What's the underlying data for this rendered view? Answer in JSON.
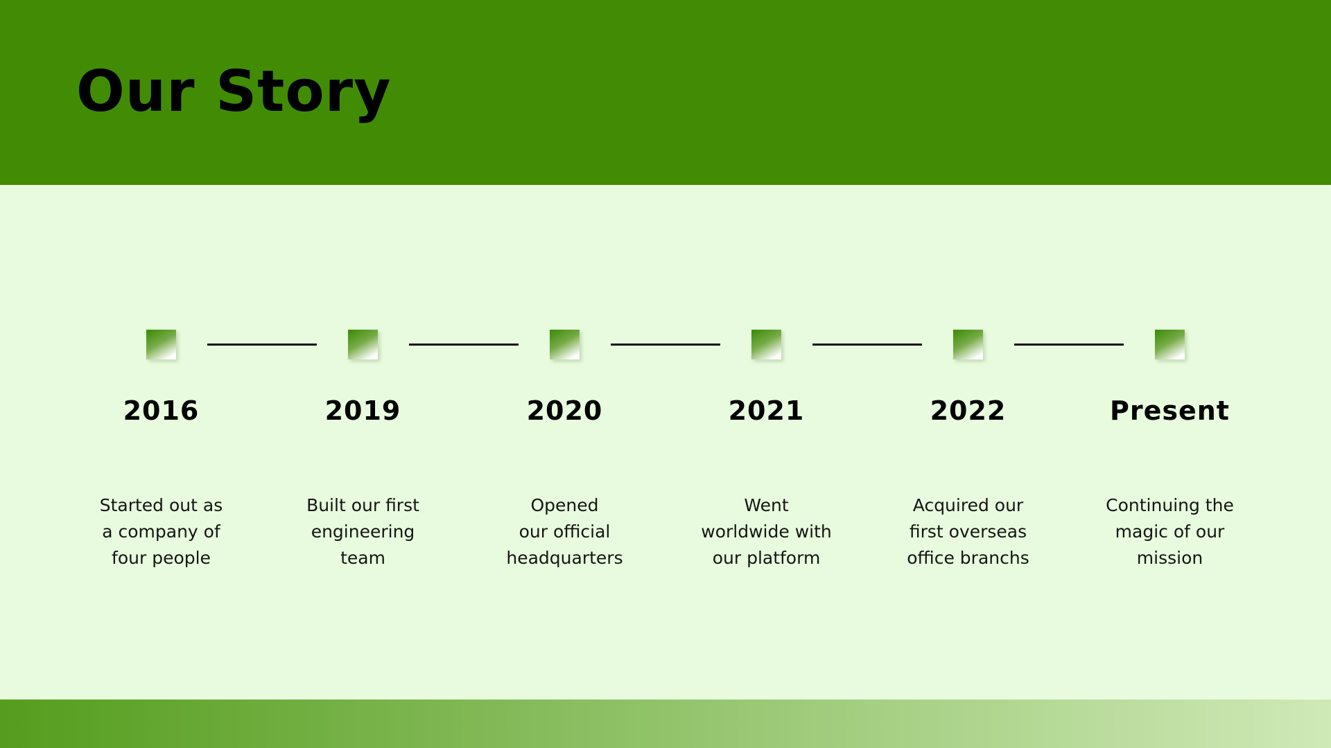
{
  "header": {
    "title": "Our Story"
  },
  "timeline": {
    "milestones": [
      {
        "year": "2016",
        "description": "Started out as\na company of\nfour people"
      },
      {
        "year": "2019",
        "description": "Built our first\nengineering\nteam"
      },
      {
        "year": "2020",
        "description": "Opened\nour official\nheadquarters"
      },
      {
        "year": "2021",
        "description": "Went\nworldwide with\nour platform"
      },
      {
        "year": "2022",
        "description": "Acquired our\nfirst overseas\noffice branchs"
      },
      {
        "year": "Present",
        "description": "Continuing the\nmagic of our\nmission"
      }
    ]
  },
  "theme": {
    "header_background": "#428c05",
    "body_background": "#e8fbde",
    "square_dark": "#3a8a04",
    "square_light": "#ffffff",
    "connector_color": "#0c0c0c",
    "footer_start": "#559d1e",
    "footer_end": "#cfe9b7",
    "text_color": "#0d0d0d"
  }
}
